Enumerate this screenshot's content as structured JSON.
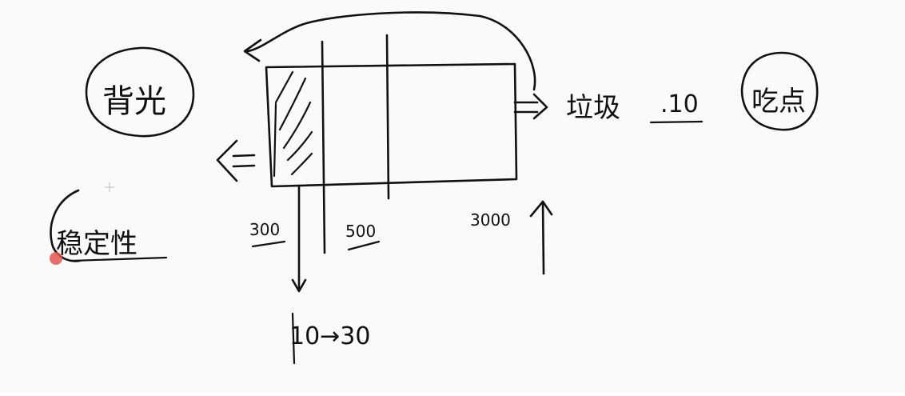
{
  "labels": {
    "top_left_circle": "背光",
    "right_of_arrow": "垃圾",
    "ratio": ".10",
    "right_circle": "吃点",
    "left_bottom_word": "稳定性",
    "col1_number": "300",
    "col2_number": "500",
    "col3_number": "3000",
    "bottom_flow": "10→30"
  },
  "colors": {
    "ink": "#111111",
    "background": "#fafafa",
    "pointer_dot": "#e2574c"
  }
}
